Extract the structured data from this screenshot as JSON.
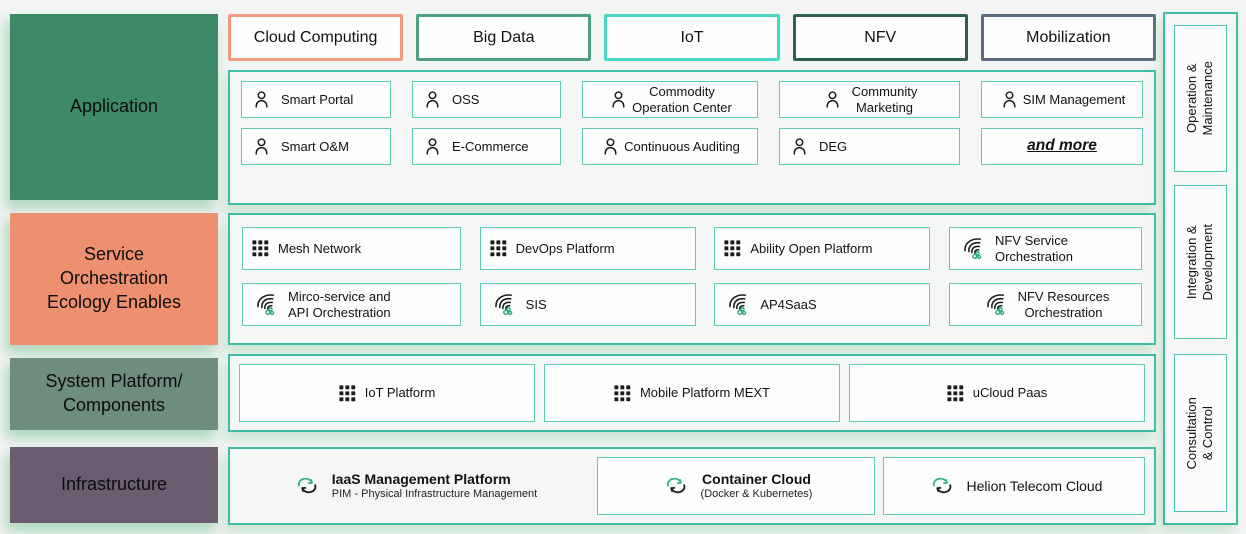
{
  "page": {
    "background": "#f2f5f3",
    "container_border_color": "#3ebca5",
    "card_border_color": "#5fccb9",
    "icon_green": "#2fae7d"
  },
  "top_pills": [
    {
      "label": "Cloud Computing",
      "border_color": "#f09b7d",
      "style": "border-color:#f09b7d"
    },
    {
      "label": "Big Data",
      "border_color": "#4f9e85",
      "style": "border-color:#4f9e85"
    },
    {
      "label": "IoT",
      "border_color": "#48d8c6",
      "style": "border-color:#48d8c6"
    },
    {
      "label": "NFV",
      "border_color": "#2e604e",
      "style": "border-color:#2e604e"
    },
    {
      "label": "Mobilization",
      "border_color": "#5c6b7d",
      "style": "border-color:#5c6b7d"
    }
  ],
  "layers": [
    {
      "label": "Application",
      "bg_color": "#3e8a66",
      "style": "background:#3e8a66"
    },
    {
      "label": "Service\nOrchestration\nEcology Enables",
      "bg_color": "#ee8f70",
      "style": "background:#ee8f70"
    },
    {
      "label": "System Platform/\nComponents",
      "bg_color": "#6f8d7f",
      "style": "background:#6f8d7f"
    },
    {
      "label": "Infrastructure",
      "bg_color": "#6c5c70",
      "style": "background:#6c5c70"
    }
  ],
  "application": {
    "items": [
      {
        "label": "Smart Portal",
        "icon": "person-icon"
      },
      {
        "label": "OSS",
        "icon": "person-icon"
      },
      {
        "label": "Commodity\nOperation Center",
        "icon": "person-icon"
      },
      {
        "label": "Community\nMarketing",
        "icon": "person-icon"
      },
      {
        "label": "SIM Management",
        "icon": "person-icon"
      },
      {
        "label": "Smart O&M",
        "icon": "person-icon"
      },
      {
        "label": "E-Commerce",
        "icon": "person-icon"
      },
      {
        "label": "Continuous Auditing",
        "icon": "person-icon"
      },
      {
        "label": "DEG",
        "icon": "person-icon"
      },
      {
        "label": "and more",
        "icon": "none"
      }
    ]
  },
  "service": {
    "items": [
      {
        "label": "Mesh Network",
        "icon": "grid-icon"
      },
      {
        "label": "DevOps Platform",
        "icon": "grid-icon"
      },
      {
        "label": "Ability Open Platform",
        "icon": "grid-icon"
      },
      {
        "label": "NFV Service\nOrchestration",
        "icon": "orchestration-icon"
      },
      {
        "label": "Mirco-service and\nAPI Orchestration",
        "icon": "orchestration-icon"
      },
      {
        "label": "SIS",
        "icon": "orchestration-icon"
      },
      {
        "label": "AP4SaaS",
        "icon": "orchestration-icon"
      },
      {
        "label": "NFV Resources\nOrchestration",
        "icon": "orchestration-icon"
      }
    ]
  },
  "system": {
    "items": [
      {
        "label": "IoT Platform",
        "icon": "grid-icon"
      },
      {
        "label": "Mobile Platform MEXT",
        "icon": "grid-icon"
      },
      {
        "label": "uCloud Paas",
        "icon": "grid-icon"
      }
    ]
  },
  "infrastructure": {
    "items": [
      {
        "title": "IaaS Management Platform",
        "subtitle": "PIM - Physical Infrastructure Management",
        "icon": "cloud-sync-icon"
      },
      {
        "title": "Container Cloud",
        "subtitle": "(Docker & Kubernetes)",
        "icon": "cloud-sync-icon"
      },
      {
        "title": "Helion Telecom Cloud",
        "icon": "cloud-sync-icon"
      }
    ]
  },
  "right_rail": {
    "items": [
      {
        "label": "Operation &\nMaintenance"
      },
      {
        "label": "Integration &\nDevelopment"
      },
      {
        "label": "Consultation & Control"
      }
    ]
  }
}
